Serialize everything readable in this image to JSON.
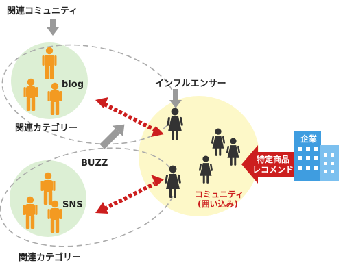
{
  "labels": {
    "related_community": "関連コミュニティ",
    "influencer": "インフルエンサー",
    "blog": "blog",
    "sns": "SNS",
    "related_category_top": "関連カテゴリー",
    "related_category_bottom": "関連カテゴリー",
    "buzz": "BUZZ",
    "company": "企業",
    "recommend_line1": "特定商品",
    "recommend_line2": "レコメンド",
    "community_line1": "コミュニティ",
    "community_line2": "(囲い込み)"
  },
  "colors": {
    "person_orange": "#f39a21",
    "person_dark": "#333333",
    "green_circle": "#dcefd4",
    "yellow_circle": "#fdf8c8",
    "red_arrow": "#cc1e1e",
    "gray_arrow": "#9a9a9a",
    "building_blue": "#3f9de0",
    "community_text": "#cc1e1e"
  }
}
